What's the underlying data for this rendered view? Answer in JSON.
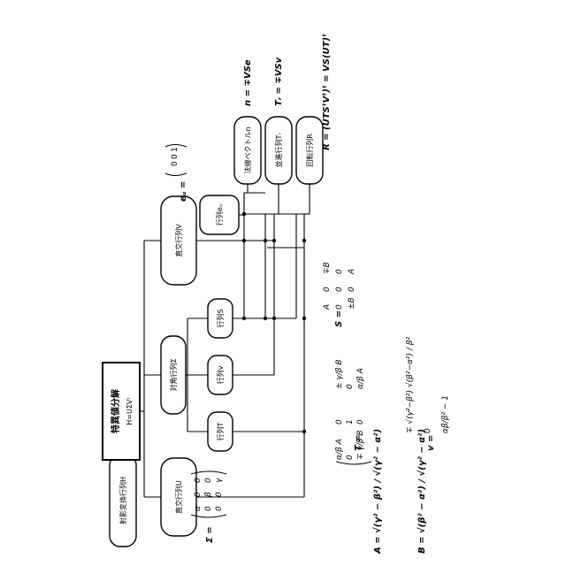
{
  "boxes": {
    "projection": "射影変換行列H",
    "svd_title": "特異値分解",
    "svd_formula": "H=UΣVᵗ",
    "orth_u": "直交行列U",
    "diag_sigma": "対角行列Σ",
    "orth_v": "直交行列V",
    "mat_t": "行列T",
    "mat_v": "行列v",
    "mat_s": "行列S",
    "mat_ez": "行列eᵤ",
    "normal": "法線ベクトルn",
    "translation": "並進行列Tᵣ",
    "rotation": "回転行列R"
  },
  "outputs": {
    "n": "n = ∓VSe",
    "tr": "Tᵣ = ∓VSv",
    "r": "R = (UTSᵗVᵗ)ᵗ = VS(UT)ᵗ"
  },
  "equations": {
    "ez_lhs": "eᵤ =",
    "ez_vec": [
      "0",
      "0",
      "1"
    ],
    "sigma_lhs": "Σ =",
    "sigma_rows": [
      [
        "α",
        "0",
        "0"
      ],
      [
        "0",
        "β",
        "0"
      ],
      [
        "0",
        "0",
        "γ"
      ]
    ],
    "t_lhs": "T =",
    "t_rows": [
      [
        "α/β A",
        "0",
        "± γ/β B"
      ],
      [
        "0",
        "1",
        "0"
      ],
      [
        "∓ γ/β B",
        "0",
        "α/β A"
      ]
    ],
    "s_lhs": "S =",
    "s_rows": [
      [
        "A",
        "0",
        "∓B"
      ],
      [
        "0",
        "0",
        "0"
      ],
      [
        "±B",
        "0",
        "A"
      ]
    ],
    "v_lhs": "v =",
    "v_rows": [
      "∓ √(γ²−β²) √(β²−α²) / β²",
      "0",
      "αβ/β² − 1"
    ],
    "a_def": "A = √(γ² − β²) / √(γ² − α²)",
    "b_def": "B = √(β² − α²) / √(γ² − α²)"
  }
}
